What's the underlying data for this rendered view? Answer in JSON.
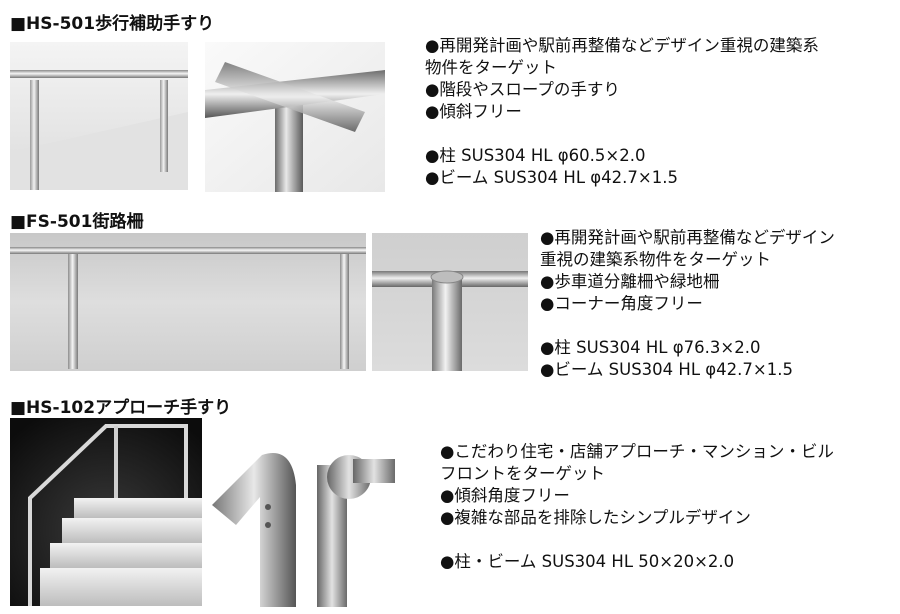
{
  "sections": [
    {
      "title": "■HS-501歩行補助手すり",
      "lines": [
        "●再開発計画や駅前再整備などデザイン重視の建築系",
        "物件をターゲット",
        "●階段やスロープの手すり",
        "●傾斜フリー",
        "",
        "●柱 SUS304 HL φ60.5×2.0",
        "●ビーム SUS304 HL φ42.7×1.5"
      ]
    },
    {
      "title": "■FS-501街路柵",
      "lines": [
        "●再開発計画や駅前再整備などデザイン",
        "重視の建築系物件をターゲット",
        "●歩車道分離柵や緑地柵",
        "●コーナー角度フリー",
        "",
        "●柱 SUS304 HL φ76.3×2.0",
        "●ビーム SUS304 HL φ42.7×1.5"
      ]
    },
    {
      "title": "■HS-102アプローチ手すり",
      "lines": [
        "●こだわり住宅・店舗アプローチ・マンション・ビル",
        "フロントをターゲット",
        "●傾斜角度フリー",
        "●複雑な部品を排除したシンプルデザイン",
        "",
        "●柱・ビーム SUS304 HL 50×20×2.0"
      ]
    }
  ]
}
